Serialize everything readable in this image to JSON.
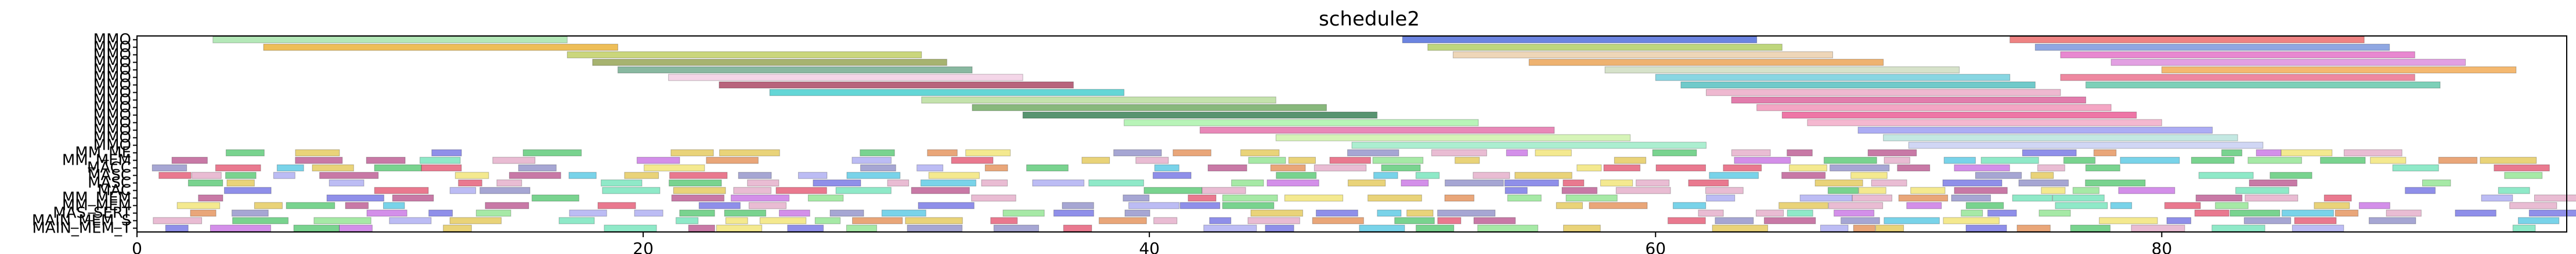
{
  "chart_data": {
    "type": "gantt",
    "title": "schedule2",
    "xlabel": "",
    "ylabel": "",
    "xlim": [
      0,
      96
    ],
    "xticks": [
      "0",
      "20",
      "40",
      "60",
      "80"
    ],
    "xtick_values": [
      0,
      20,
      40,
      60,
      80
    ],
    "grid": false,
    "rows": [
      "MMO",
      "MMO",
      "MMO",
      "MMO",
      "MMO",
      "MMO",
      "MMO",
      "MMO",
      "MMO",
      "MMO",
      "MMO",
      "MMO",
      "MMO",
      "MMO",
      "MMO",
      "MM_ME",
      "MM_MEM",
      "MACC",
      "MASC",
      "MASC",
      "MAC",
      "MM_MEM",
      "MM_MEM",
      "MAS_SERT",
      "MAIN_MEM_S",
      "MAIN_MEM_T"
    ],
    "tasks": [
      {
        "row": 0,
        "start": 3,
        "end": 17,
        "color": "#9be0a0"
      },
      {
        "row": 0,
        "start": 50,
        "end": 64,
        "color": "#3b5bd6"
      },
      {
        "row": 0,
        "start": 74,
        "end": 88,
        "color": "#e85a5a"
      },
      {
        "row": 1,
        "start": 5,
        "end": 19,
        "color": "#e8a820"
      },
      {
        "row": 1,
        "start": 51,
        "end": 65,
        "color": "#a8c850"
      },
      {
        "row": 1,
        "start": 75,
        "end": 89,
        "color": "#6a8ad8"
      },
      {
        "row": 2,
        "start": 17,
        "end": 31,
        "color": "#b8c850"
      },
      {
        "row": 2,
        "start": 52,
        "end": 67,
        "color": "#e8c8a0"
      },
      {
        "row": 2,
        "start": 76,
        "end": 90,
        "color": "#e060c0"
      },
      {
        "row": 3,
        "start": 18,
        "end": 32,
        "color": "#8a9a40"
      },
      {
        "row": 3,
        "start": 55,
        "end": 69,
        "color": "#e89840"
      },
      {
        "row": 3,
        "start": 78,
        "end": 92,
        "color": "#d880d8"
      },
      {
        "row": 4,
        "start": 19,
        "end": 33,
        "color": "#60a080"
      },
      {
        "row": 4,
        "start": 58,
        "end": 72,
        "color": "#c8d8b8"
      },
      {
        "row": 4,
        "start": 80,
        "end": 94,
        "color": "#f0a040"
      },
      {
        "row": 5,
        "start": 21,
        "end": 35,
        "color": "#f0c8e0"
      },
      {
        "row": 5,
        "start": 60,
        "end": 74,
        "color": "#60c8d8"
      },
      {
        "row": 5,
        "start": 76,
        "end": 90,
        "color": "#e86080"
      },
      {
        "row": 6,
        "start": 23,
        "end": 37,
        "color": "#a03050"
      },
      {
        "row": 6,
        "start": 61,
        "end": 75,
        "color": "#40b8b8"
      },
      {
        "row": 6,
        "start": 77,
        "end": 91,
        "color": "#50c0a0"
      },
      {
        "row": 7,
        "start": 25,
        "end": 39,
        "color": "#30c8c8"
      },
      {
        "row": 7,
        "start": 62,
        "end": 76,
        "color": "#e8a0c0"
      },
      {
        "row": 8,
        "start": 31,
        "end": 45,
        "color": "#b0d890"
      },
      {
        "row": 8,
        "start": 63,
        "end": 77,
        "color": "#d85090"
      },
      {
        "row": 9,
        "start": 33,
        "end": 47,
        "color": "#60a050"
      },
      {
        "row": 9,
        "start": 64,
        "end": 78,
        "color": "#f088b0"
      },
      {
        "row": 10,
        "start": 35,
        "end": 49,
        "color": "#207040"
      },
      {
        "row": 10,
        "start": 65,
        "end": 79,
        "color": "#e84888"
      },
      {
        "row": 11,
        "start": 39,
        "end": 53,
        "color": "#a0f0a0"
      },
      {
        "row": 11,
        "start": 66,
        "end": 80,
        "color": "#f0a0c0"
      },
      {
        "row": 12,
        "start": 42,
        "end": 56,
        "color": "#e060a0"
      },
      {
        "row": 12,
        "start": 68,
        "end": 82,
        "color": "#9090f0"
      },
      {
        "row": 13,
        "start": 45,
        "end": 59,
        "color": "#c8f0a0"
      },
      {
        "row": 13,
        "start": 69,
        "end": 83,
        "color": "#b0e0d8"
      },
      {
        "row": 14,
        "start": 48,
        "end": 62,
        "color": "#90e8c0"
      },
      {
        "row": 14,
        "start": 70,
        "end": 84,
        "color": "#c0c8f0"
      }
    ],
    "small_tasks_rows_from": 15
  }
}
